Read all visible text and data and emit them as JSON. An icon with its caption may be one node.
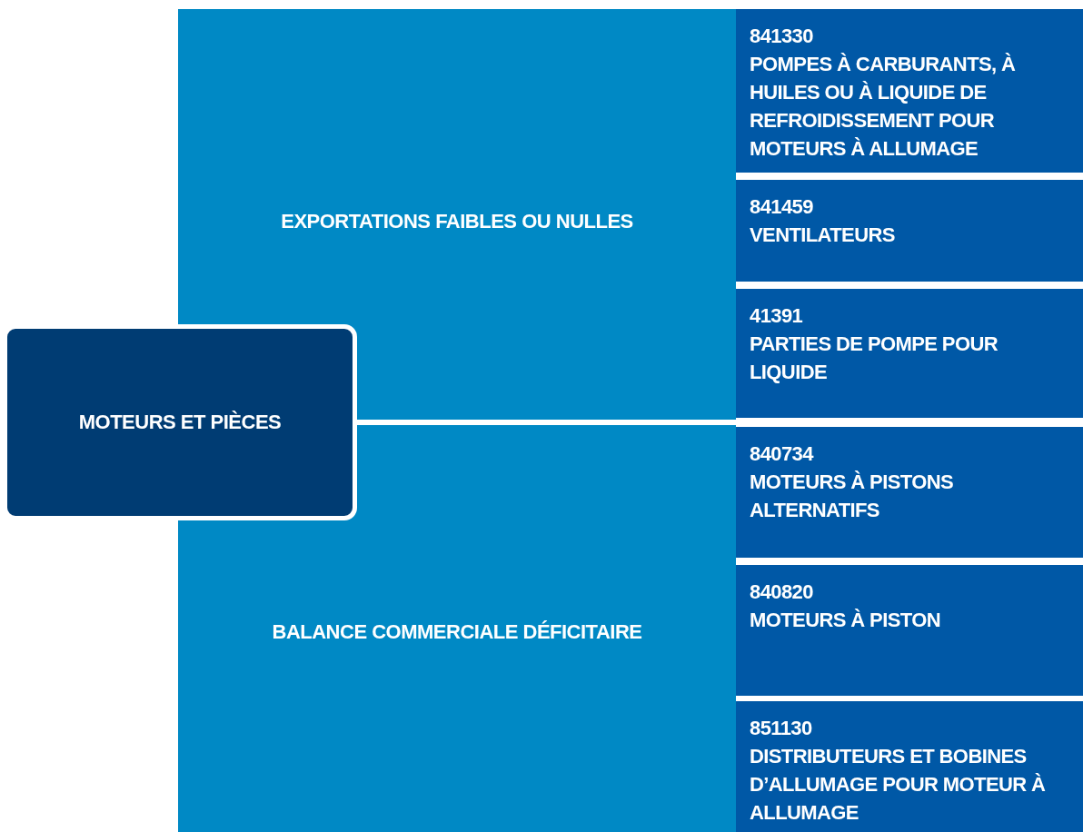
{
  "diagram": {
    "nodes": [
      {
        "text": [
          "MOTEURS ET PIÈCES"
        ]
      },
      {
        "text": [
          "EXPORTATIONS FAIBLES OU NULLES"
        ]
      },
      {
        "text": [
          "841330",
          "POMPES À CARBURANTS, À HUILES OU À LIQUIDE DE REFROIDISSEMENT POUR MOTEURS À ALLUMAGE"
        ]
      },
      {
        "text": [
          "841459",
          "VENTILATEURS"
        ]
      },
      {
        "text": [
          "41391",
          "PARTIES DE POMPE POUR LIQUIDE"
        ]
      },
      {
        "text": [
          "BALANCE COMMERCIALE DÉFICITAIRE"
        ]
      },
      {
        "text": [
          "840734",
          "MOTEURS À PISTONS ALTERNATIFS"
        ]
      },
      {
        "text": [
          "840820",
          "MOTEURS À PISTON"
        ]
      },
      {
        "text": [
          "851130",
          "DISTRIBUTEURS ET BOBINES D’ALLUMAGE POUR MOTEUR À ALLUMAGE"
        ]
      }
    ]
  }
}
